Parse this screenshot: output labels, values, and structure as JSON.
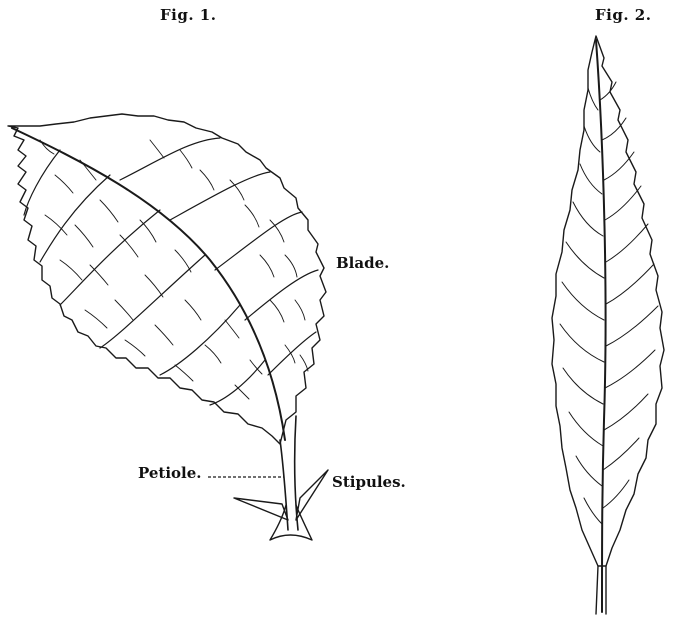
{
  "figures": [
    {
      "title": "Fig. 1.",
      "labels": {
        "blade": "Blade.",
        "petiole": "Petiole.",
        "stipules": "Stipules."
      }
    },
    {
      "title": "Fig. 2."
    }
  ]
}
